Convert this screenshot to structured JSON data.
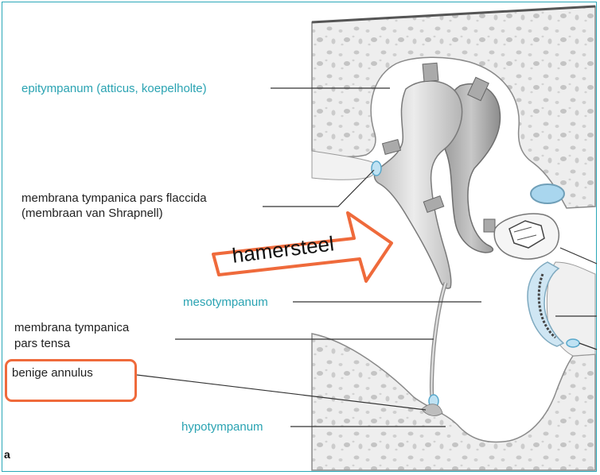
{
  "labels": {
    "epitympanum": "epitympanum (atticus, koepelholte)",
    "pars_flaccida_line1": "membrana tympanica pars flaccida",
    "pars_flaccida_line2": "(membraan van Shrapnell)",
    "mesotympanum": "mesotympanum",
    "pars_tensa_line1": "membrana tympanica",
    "pars_tensa_line2": "pars tensa",
    "benige_annulus": "benige annulus",
    "hypotympanum": "hypotympanum"
  },
  "callout": {
    "arrow_text": "hamersteel"
  },
  "figure_letter": "a",
  "colors": {
    "teal_label": "#2aa3b2",
    "highlight_orange": "#ef6a3b",
    "bone_fill": "#ebebeb",
    "ossicle_fill": "#d9d9d9",
    "membrane_blue": "#a9d6ee"
  }
}
